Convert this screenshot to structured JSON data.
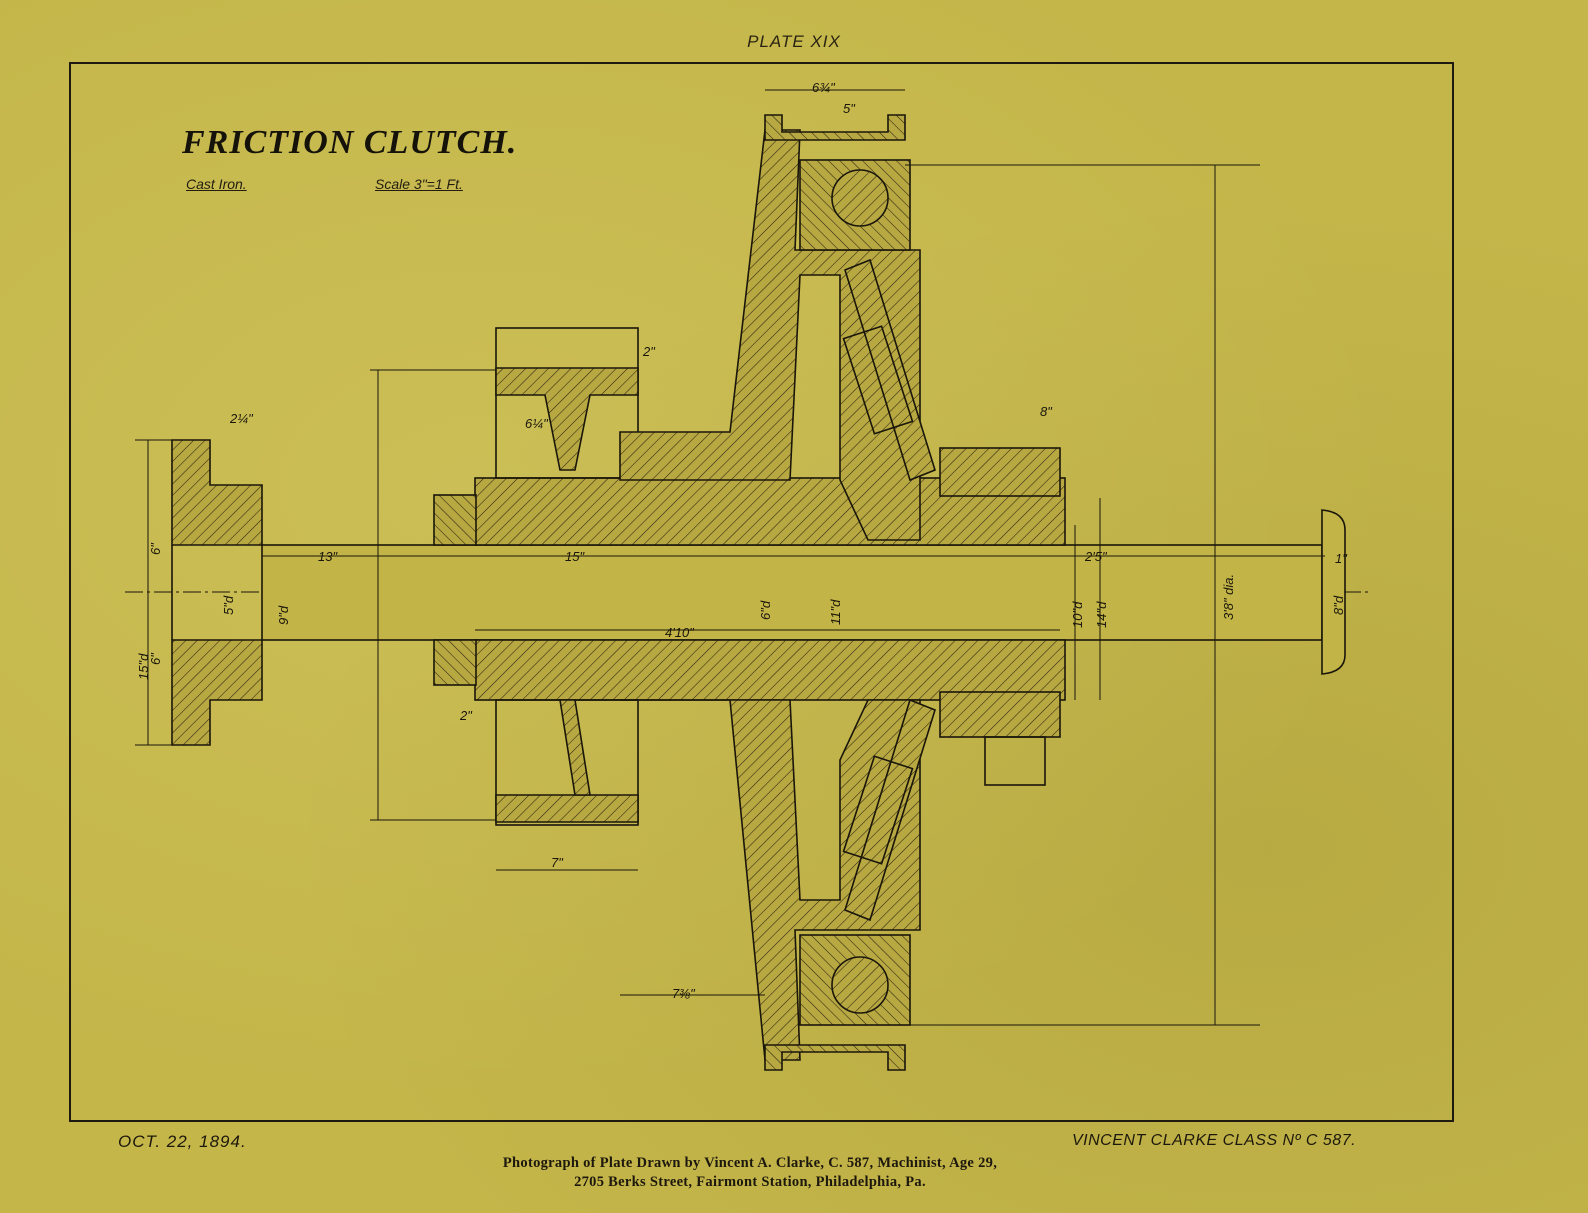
{
  "plate": "PLATE XIX",
  "title": "FRICTION CLUTCH.",
  "material": "Cast Iron.",
  "scale": "Scale 3\"=1 Ft.",
  "date": "OCT. 22, 1894.",
  "signature": "VINCENT CLARKE   CLASS Nº C 587.",
  "caption": {
    "line1": "Photograph of Plate Drawn by Vincent A. Clarke, C. 587, Machinist, Age 29,",
    "line2": "2705 Berks Street, Fairmont Station, Philadelphia, Pa."
  },
  "dimensions": {
    "d1": "13\"",
    "d2": "15\"",
    "d3": "4'10\"",
    "d4": "2'5\"",
    "d5": "3'8\" dia.",
    "d6": "6\"",
    "d7": "6\"",
    "d8": "15\"d",
    "d9": "5\"d",
    "d10": "9\"d",
    "d11": "6¾\"",
    "d12": "5\"",
    "d13": "7\"",
    "d14": "7⅜\"",
    "d15": "2\"",
    "d16": "10\"d",
    "d17": "14\"d",
    "d18": "8\"d",
    "d19": "8\"",
    "d20": "2\"",
    "d21": "11\"d",
    "d22": "6\"d",
    "d23": "6¼\"",
    "d24": "2¼\"",
    "d25": "1\""
  },
  "colors": {
    "paper": "#c4b649",
    "ink": "#1b160c"
  }
}
